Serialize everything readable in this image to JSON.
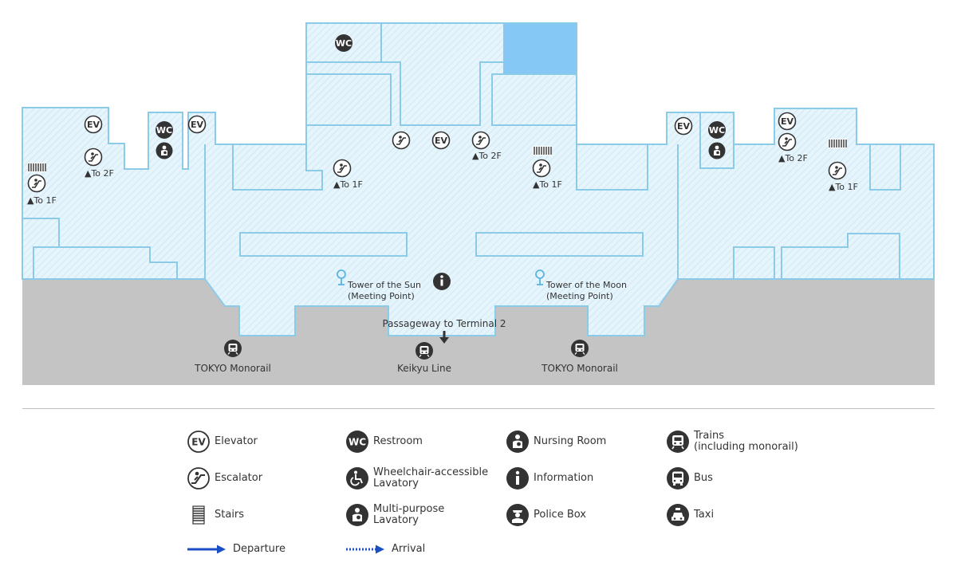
{
  "colors": {
    "room_fill": "#e6f4fb",
    "room_stroke": "#8ccbe8",
    "highlight_block": "#86c8f5",
    "ground": "#c4c4c4",
    "icon_dark": "#333333",
    "departure_line": "#1d4fc4",
    "arrival_line": "#1d4fc4"
  },
  "map": {
    "stairs_note_left_escalator": "▲To 1F",
    "left_wing_upper_escalator": "▲To 2F",
    "center_left_escalator": "▲To 1F",
    "center_right_escalator": "▲To 2F",
    "center_right_lower_escalator": "▲To 1F",
    "right_wing_upper_escalator": "▲To 2F",
    "right_wing_lower_escalator": "▲To 1F",
    "meeting_sun_line1": "Tower of the Sun",
    "meeting_sun_line2": "(Meeting Point)",
    "meeting_moon_line1": "Tower of the Moon",
    "meeting_moon_line2": "(Meeting Point)",
    "passageway": "Passageway to Terminal 2",
    "monorail_left": "TOKYO Monorail",
    "keikyu": "Keikyu Line",
    "monorail_right": "TOKYO Monorail",
    "ev_badge": "EV",
    "wc_badge": "WC"
  },
  "legend": {
    "elevator": "Elevator",
    "restroom": "Restroom",
    "nursing_room": "Nursing Room",
    "trains": "Trains\n (including monorail)",
    "escalator": "Escalator",
    "wheelchair_lavatory": "Wheelchair-accessible\nLavatory",
    "information": "Information",
    "bus": "Bus",
    "stairs": "Stairs",
    "multipurpose_lavatory": "Multi-purpose\nLavatory",
    "police_box": "Police Box",
    "taxi": "Taxi",
    "departure": "Departure",
    "arrival": "Arrival",
    "ev_badge": "EV",
    "wc_badge": "WC"
  }
}
